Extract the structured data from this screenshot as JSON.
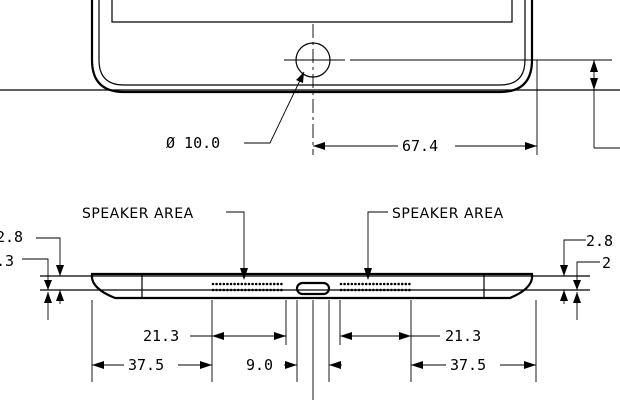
{
  "diagram": {
    "button_diameter": "Ø 10.0",
    "width_to_edge": "67.4",
    "speaker_left": "SPEAKER AREA",
    "speaker_right": "SPEAKER AREA",
    "edge_thickness_left": "2.8",
    "edge_offset_left": ".3",
    "edge_thickness_right": "2.8",
    "edge_offset_right": "2",
    "speaker_width_left": "21.3",
    "speaker_width_right": "21.3",
    "offset_left": "37.5",
    "offset_right": "37.5",
    "connector_width": "9.0"
  }
}
